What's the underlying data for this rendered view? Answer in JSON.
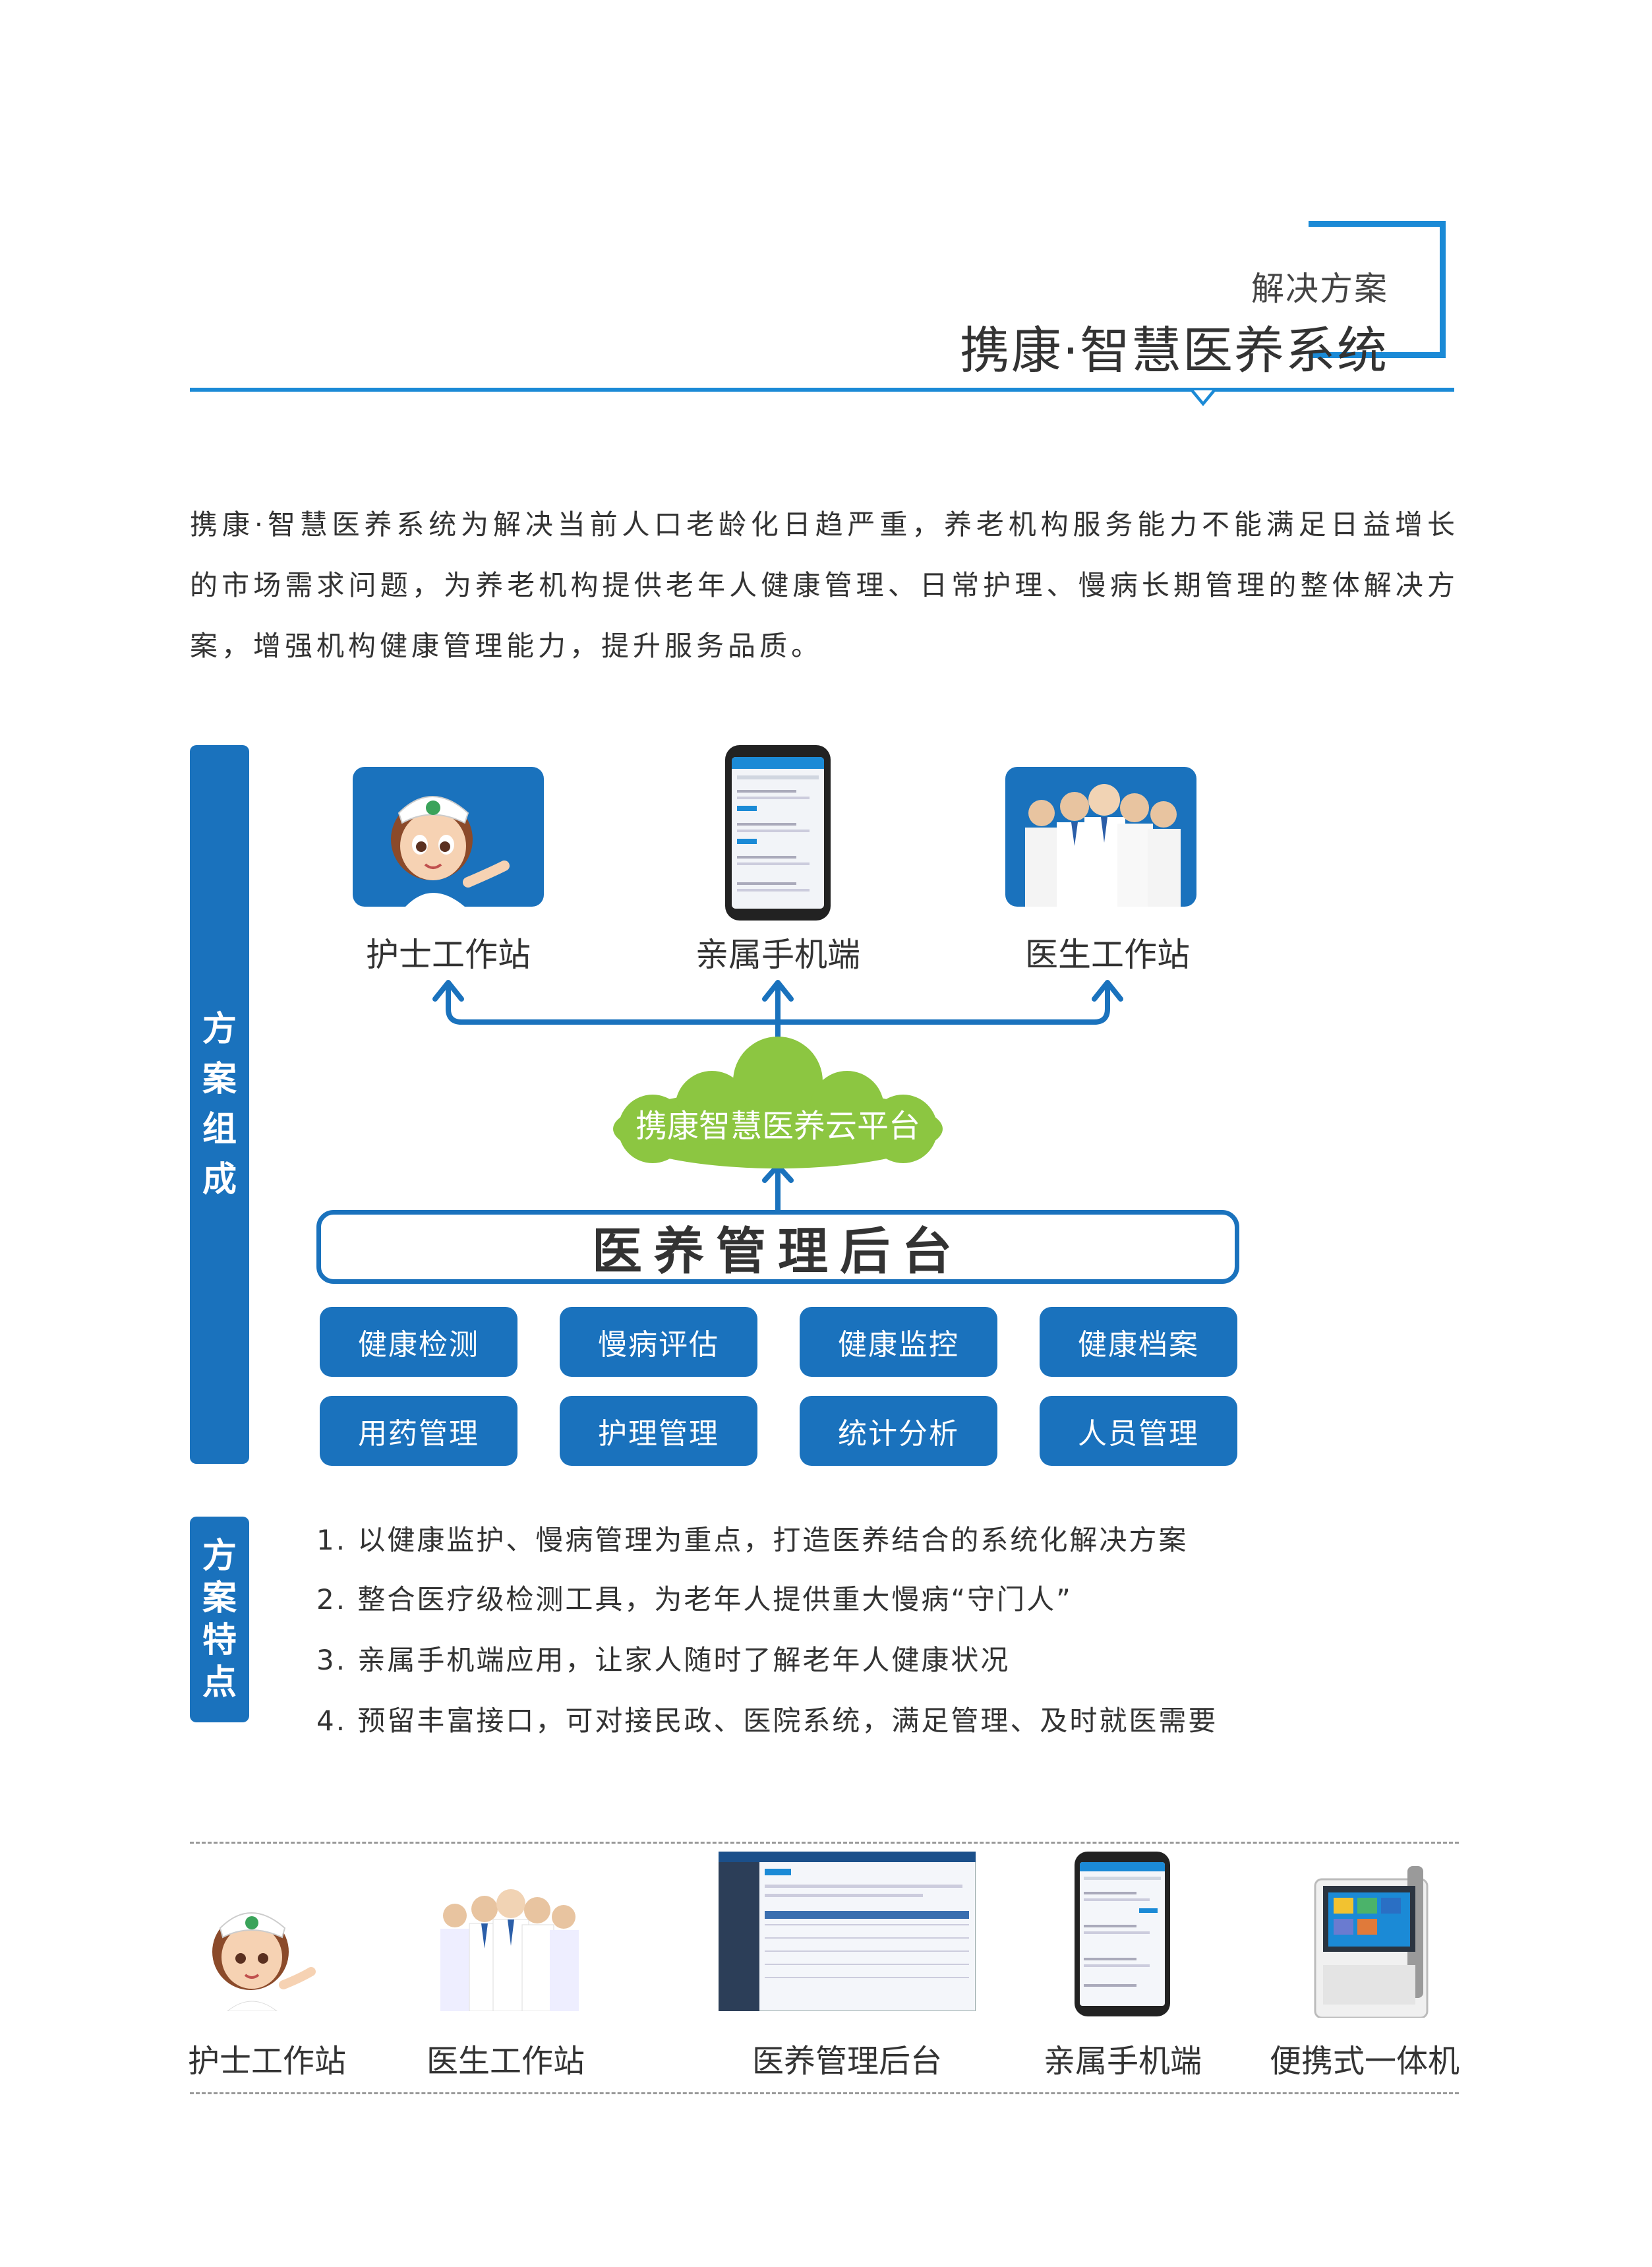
{
  "header": {
    "subtitle": "解决方案",
    "title": "携康·智慧医养系统"
  },
  "intro": "携康·智慧医养系统为解决当前人口老龄化日趋严重，养老机构服务能力不能满足日益增长的市场需求问题，为养老机构提供老年人健康管理、日常护理、慢病长期管理的整体解决方案，增强机构健康管理能力，提升服务品质。",
  "composition": {
    "side_label": [
      "方",
      "案",
      "组",
      "成"
    ],
    "endpoints": [
      "护士工作站",
      "亲属手机端",
      "医生工作站"
    ],
    "cloud": "携康智慧医养云平台",
    "admin": "医养管理后台",
    "modules": [
      "健康检测",
      "慢病评估",
      "健康监控",
      "健康档案",
      "用药管理",
      "护理管理",
      "统计分析",
      "人员管理"
    ]
  },
  "features": {
    "side_label": [
      "方",
      "案",
      "特",
      "点"
    ],
    "items": [
      "1.  以健康监护、慢病管理为重点，打造医养结合的系统化解决方案",
      "2.  整合医疗级检测工具，为老年人提供重大慢病“守门人”",
      "3.  亲属手机端应用，让家人随时了解老年人健康状况",
      "4.  预留丰富接口，可对接民政、医院系统，满足管理、及时就医需要"
    ]
  },
  "products": [
    "护士工作站",
    "医生工作站",
    "医养管理后台",
    "亲属手机端",
    "便携式一体机"
  ],
  "colors": {
    "accent": "#1a72bd",
    "header_blue": "#1b8ad6",
    "cloud_green": "#8cc641"
  }
}
